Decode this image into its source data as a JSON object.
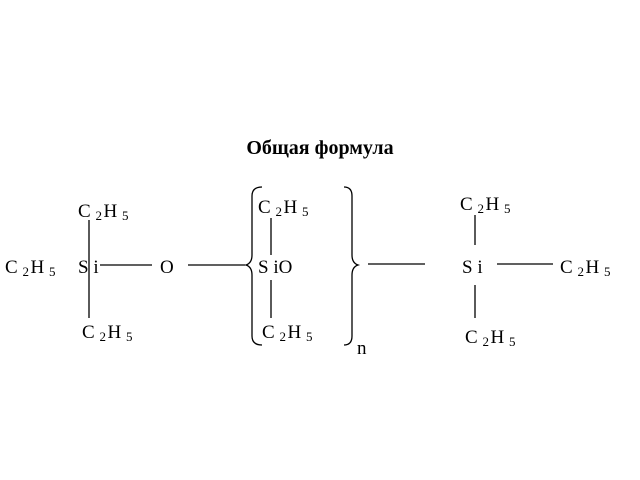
{
  "title": "Общая формула",
  "ethyl": {
    "c": "C",
    "c_count": "2",
    "h": "H",
    "h_count": "5"
  },
  "silicon": "Si",
  "silicon_split": {
    "s": "S",
    "i": "i"
  },
  "oxygen": "O",
  "repeat_unit_oxygen": "O",
  "repeat_index": "n"
}
